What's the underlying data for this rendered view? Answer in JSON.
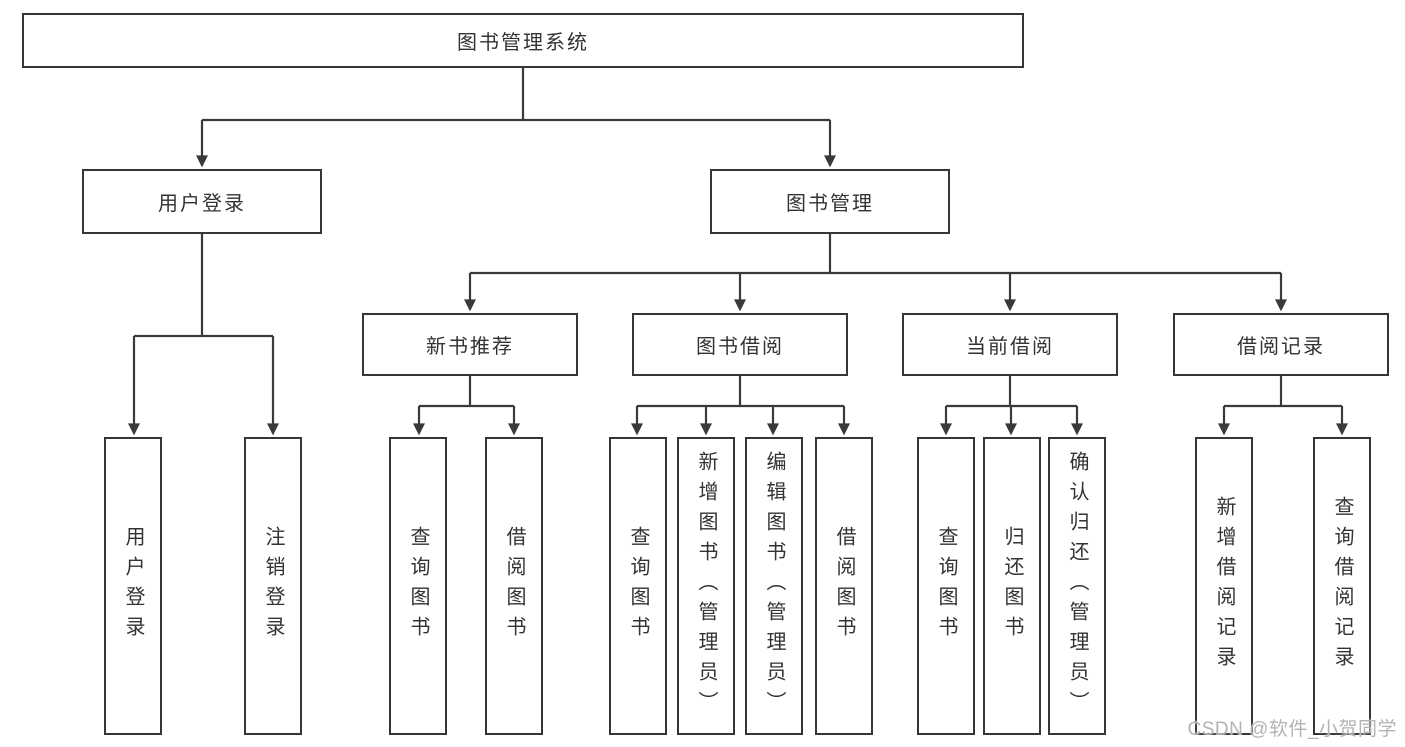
{
  "diagram": {
    "type": "hierarchy-tree",
    "root": {
      "label": "图书管理系统"
    },
    "level2": [
      {
        "label": "用户登录",
        "parent": "图书管理系统",
        "children": [
          "用户登录",
          "注销登录"
        ]
      },
      {
        "label": "图书管理",
        "parent": "图书管理系统",
        "children": [
          "新书推荐",
          "图书借阅",
          "当前借阅",
          "借阅记录"
        ]
      }
    ],
    "level3": [
      {
        "label": "新书推荐",
        "parent": "图书管理",
        "children": [
          "查询图书",
          "借阅图书"
        ]
      },
      {
        "label": "图书借阅",
        "parent": "图书管理",
        "children": [
          "查询图书",
          "新增图书（管理员）",
          "编辑图书（管理员）",
          "借阅图书"
        ]
      },
      {
        "label": "当前借阅",
        "parent": "图书管理",
        "children": [
          "查询图书",
          "归还图书",
          "确认归还（管理员）"
        ]
      },
      {
        "label": "借阅记录",
        "parent": "图书管理",
        "children": [
          "新增借阅记录",
          "查询借阅记录"
        ]
      }
    ],
    "leaves": [
      {
        "label": "用户登录",
        "parent": "用户登录"
      },
      {
        "label": "注销登录",
        "parent": "用户登录"
      },
      {
        "label": "查询图书",
        "parent": "新书推荐"
      },
      {
        "label": "借阅图书",
        "parent": "新书推荐"
      },
      {
        "label": "查询图书",
        "parent": "图书借阅"
      },
      {
        "label": "新增图书（管理员）",
        "parent": "图书借阅"
      },
      {
        "label": "编辑图书（管理员）",
        "parent": "图书借阅"
      },
      {
        "label": "借阅图书",
        "parent": "图书借阅"
      },
      {
        "label": "查询图书",
        "parent": "当前借阅"
      },
      {
        "label": "归还图书",
        "parent": "当前借阅"
      },
      {
        "label": "确认归还（管理员）",
        "parent": "当前借阅"
      },
      {
        "label": "新增借阅记录",
        "parent": "借阅记录"
      },
      {
        "label": "查询借阅记录",
        "parent": "借阅记录"
      }
    ]
  },
  "watermark": "CSDN @软件_小贺同学",
  "colors": {
    "line": "#3a3a3a",
    "box_border": "#363636",
    "text": "#333333",
    "background": "#ffffff",
    "watermark": "#b3b3b3"
  }
}
